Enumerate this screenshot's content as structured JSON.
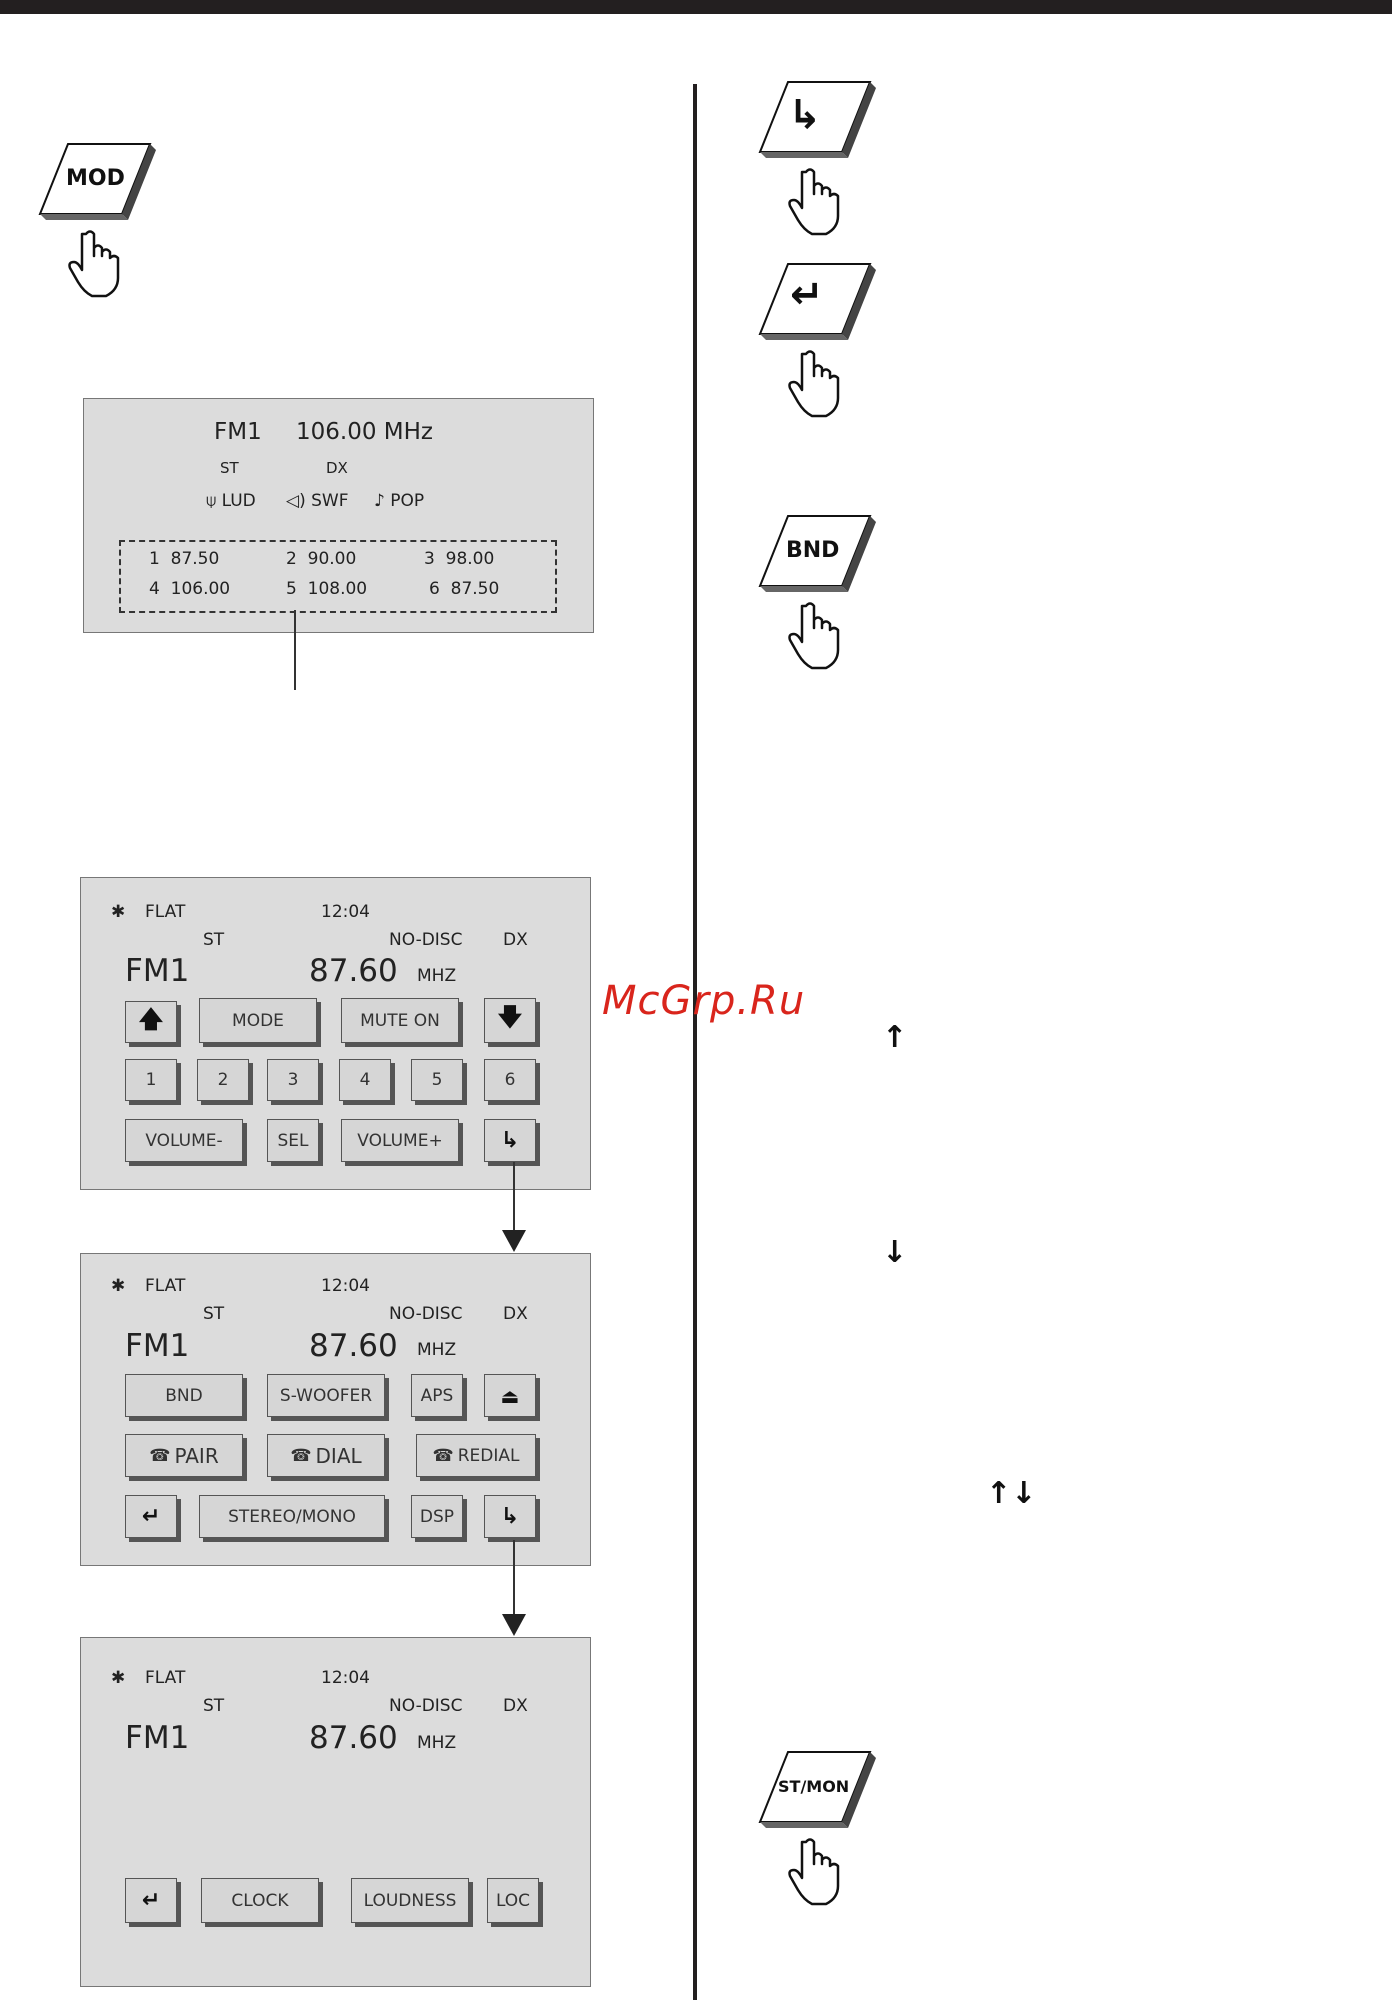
{
  "watermark": "McGrp.Ru",
  "keys": {
    "mod": "MOD",
    "bnd": "BND",
    "stmon": "ST/MON"
  },
  "preset_screen": {
    "band": "FM1",
    "freq": "106.00 MHz",
    "st": "ST",
    "dx": "DX",
    "lud": "LUD",
    "swf": "SWF",
    "pop": "POP",
    "presets": [
      {
        "n": "1",
        "f": "87.50"
      },
      {
        "n": "2",
        "f": "90.00"
      },
      {
        "n": "3",
        "f": "98.00"
      },
      {
        "n": "4",
        "f": "106.00"
      },
      {
        "n": "5",
        "f": "108.00"
      },
      {
        "n": "6",
        "f": "87.50"
      }
    ]
  },
  "status": {
    "eq": "FLAT",
    "time": "12:04",
    "st": "ST",
    "nodisc": "NO-DISC",
    "dx": "DX",
    "band": "FM1",
    "freq": "87.60",
    "unit": "MHZ"
  },
  "screen1": {
    "mode": "MODE",
    "mute": "MUTE ON",
    "p1": "1",
    "p2": "2",
    "p3": "3",
    "p4": "4",
    "p5": "5",
    "p6": "6",
    "voldown": "VOLUME-",
    "sel": "SEL",
    "volup": "VOLUME+"
  },
  "screen2": {
    "bnd": "BND",
    "swoofer": "S-WOOFER",
    "aps": "APS",
    "pair": "PAIR",
    "dial": "DIAL",
    "redial": "REDIAL",
    "stereo": "STEREO/MONO",
    "dsp": "DSP"
  },
  "screen3": {
    "clock": "CLOCK",
    "loudness": "LOUDNESS",
    "loc": "LOC"
  }
}
